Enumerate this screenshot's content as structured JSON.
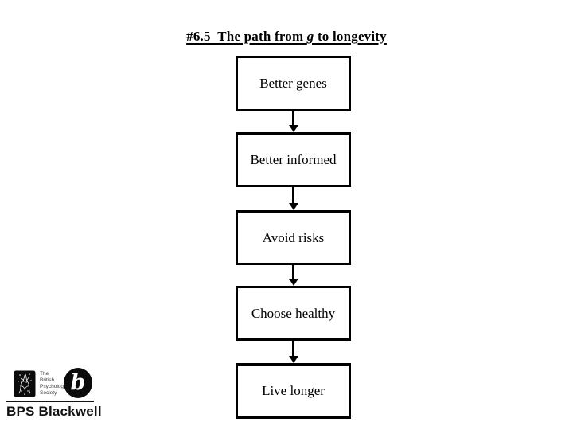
{
  "slide": {
    "title": {
      "prefix": "#6.5  The path from ",
      "italic": "g",
      "suffix": " to longevity"
    },
    "flow_boxes": [
      {
        "label": "Better genes"
      },
      {
        "label": "Better informed"
      },
      {
        "label": "Avoid risks"
      },
      {
        "label": "Choose healthy"
      },
      {
        "label": "Live longer"
      }
    ],
    "logo": {
      "society_name": "The\nBritish\nPsychological\nSociety",
      "blackwell_b": "b",
      "brand": "BPS Blackwell"
    },
    "icons": {
      "emblem": "bps-society-emblem",
      "blackwell_circle": "blackwell-b"
    },
    "colors": {
      "background": "#ffffff",
      "ink": "#000000",
      "logo_text": "#3c3c3c"
    }
  }
}
